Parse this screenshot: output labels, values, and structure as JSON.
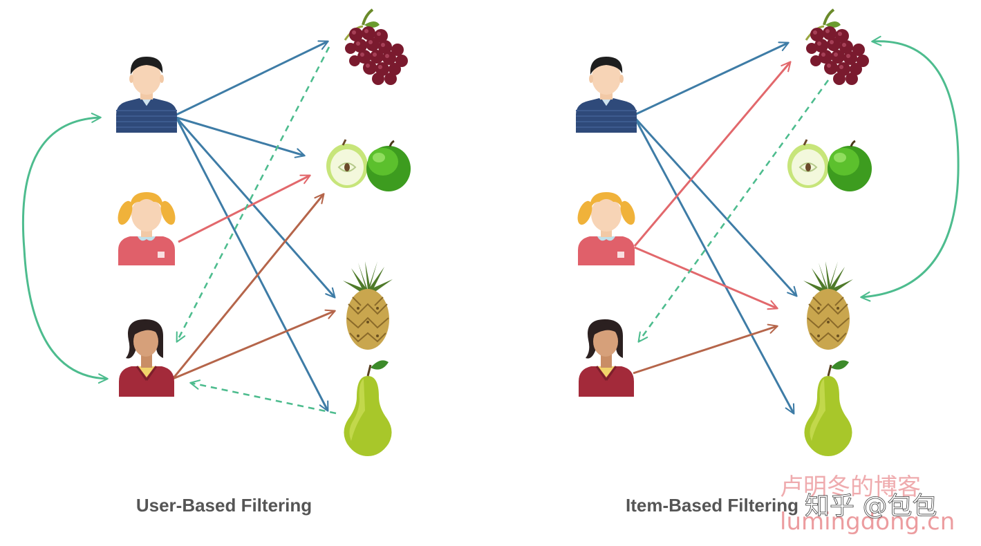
{
  "panels": {
    "left_caption": "User-Based Filtering",
    "right_caption": "Item-Based Filtering"
  },
  "watermark": {
    "line1": "卢明冬的博客",
    "line2": "lumingdong.cn",
    "overlay": "知乎 @包包"
  },
  "colors": {
    "user_man": "#3e7ca6",
    "user_girl": "#e2686c",
    "user_woman": "#b5654a",
    "recommendation": "#4dbc8e",
    "caption": "#555555"
  },
  "icons": {
    "users": [
      "man-icon",
      "girl-icon",
      "woman-icon"
    ],
    "items": [
      "grapes-icon",
      "apple-icon",
      "pineapple-icon",
      "pear-icon"
    ]
  },
  "legend_note": ""
}
